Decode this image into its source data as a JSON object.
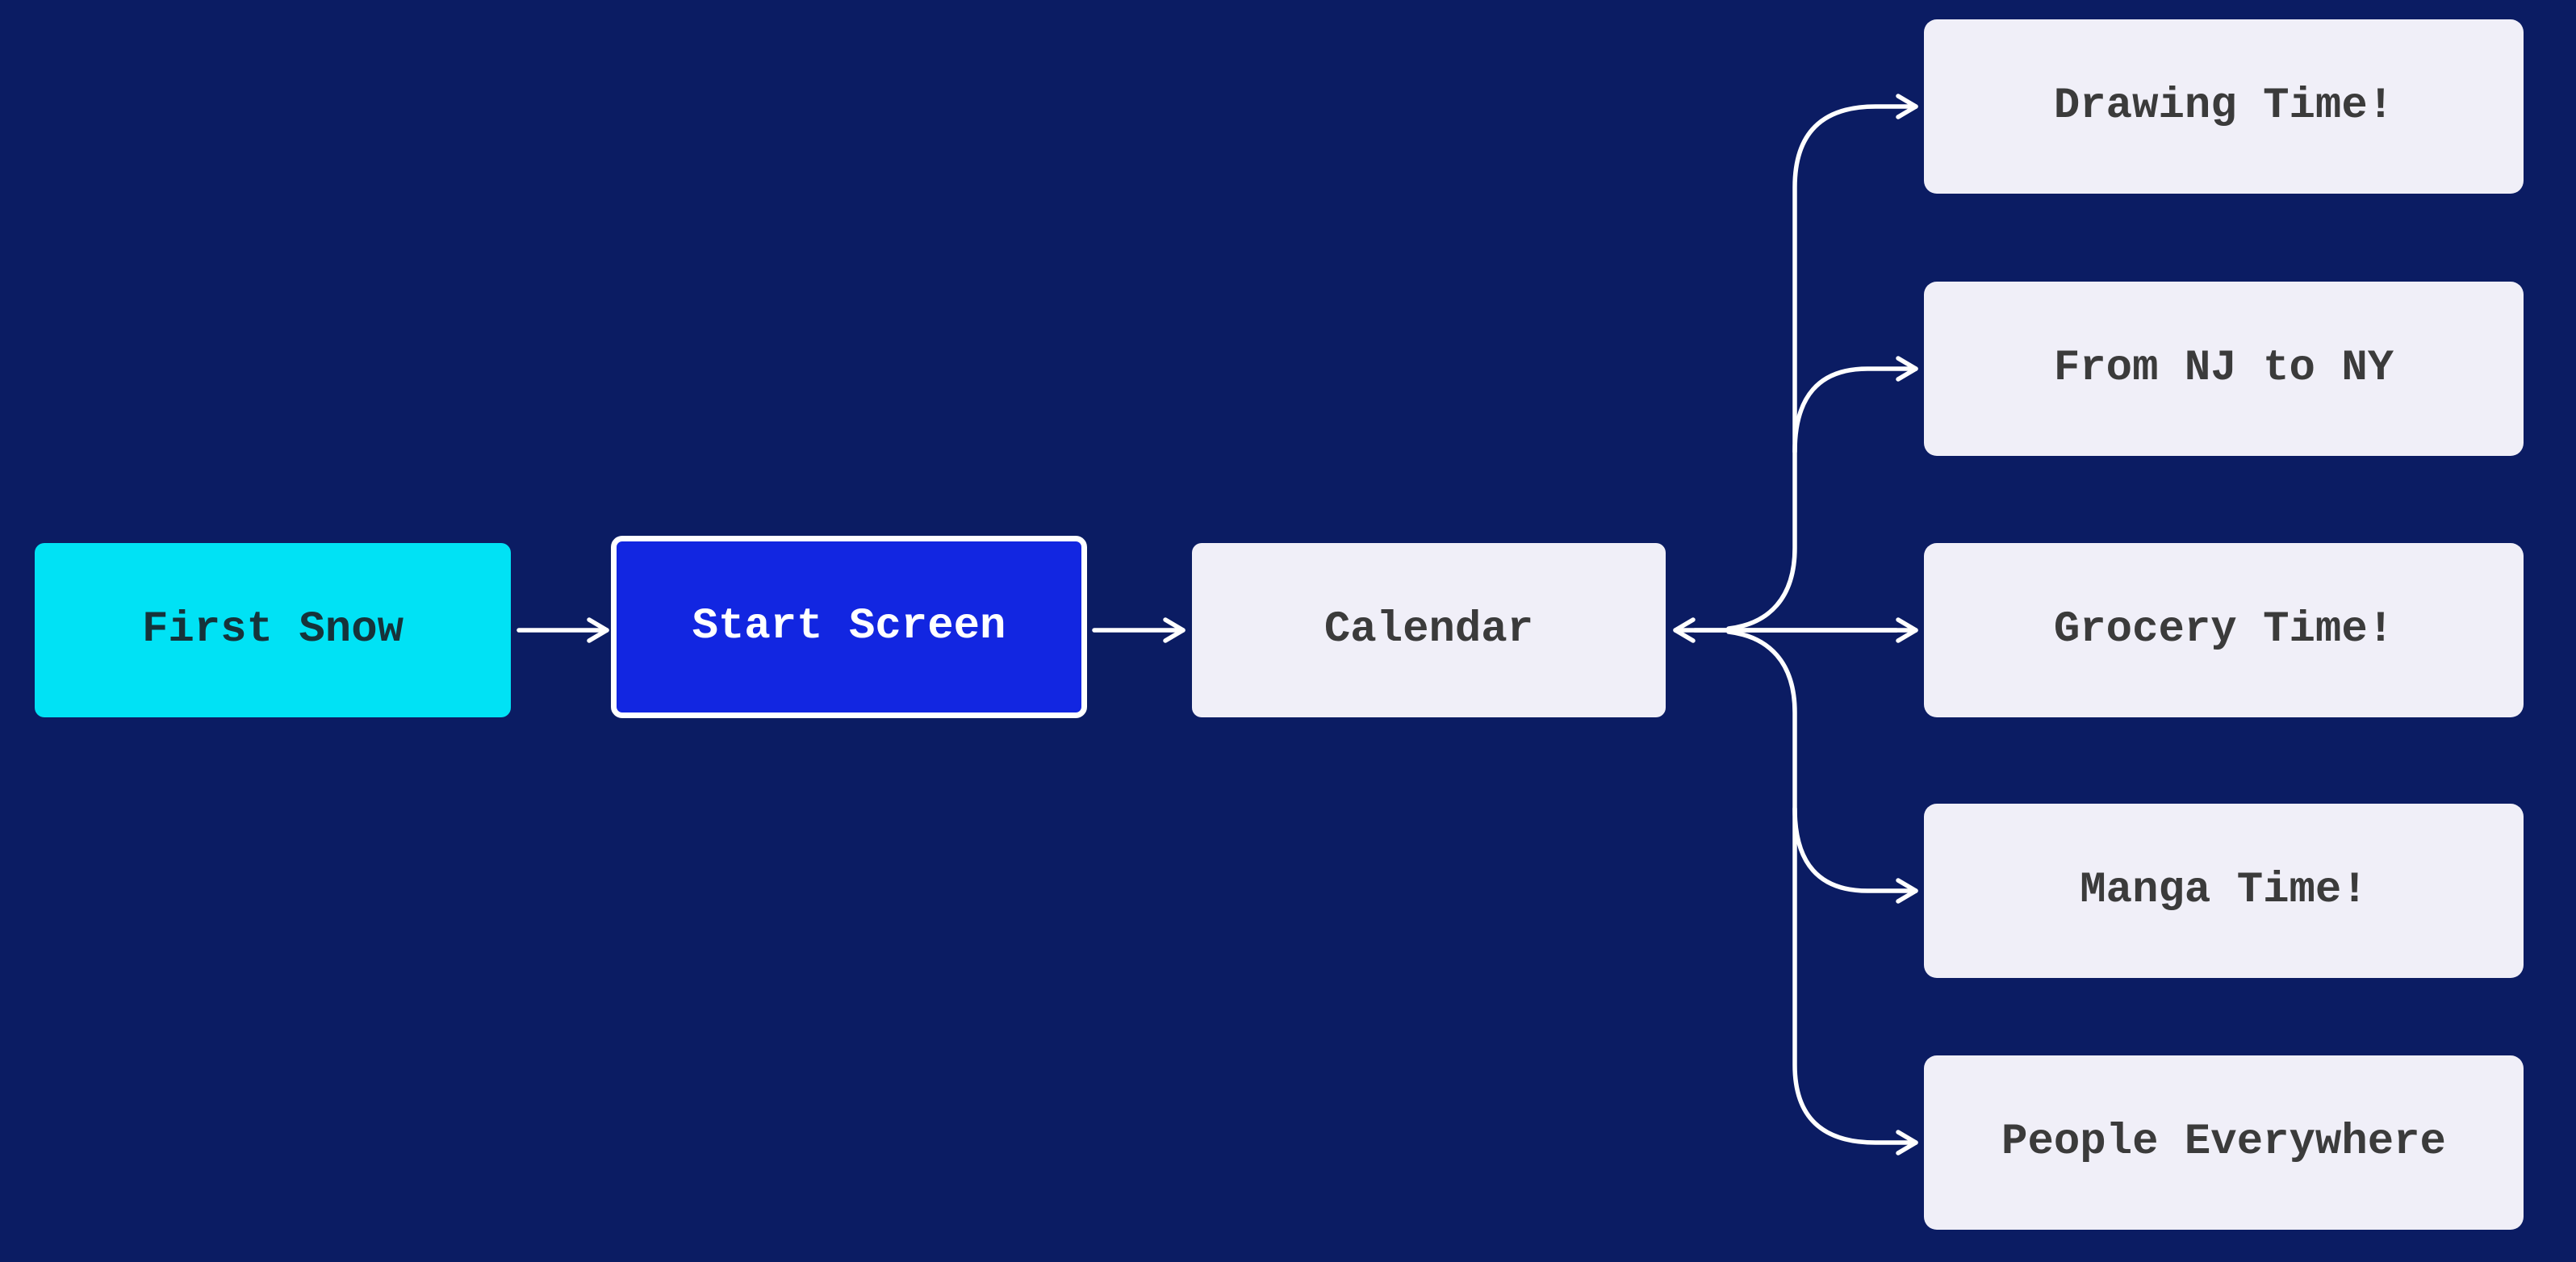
{
  "diagram": {
    "type": "flowchart",
    "direction": "left-to-right",
    "background_color": "#0b1c63",
    "edge_color": "#ffffff",
    "nodes": {
      "first_snow": {
        "label": "First Snow",
        "fill": "#00e2f5",
        "text_color": "#16333a",
        "border_color": null,
        "shape": "rounded-rectangle"
      },
      "start_screen": {
        "label": "Start Screen",
        "fill": "#1226e1",
        "text_color": "#ffffff",
        "border_color": "#ffffff",
        "shape": "rounded-rectangle"
      },
      "calendar": {
        "label": "Calendar",
        "fill": "#f0eff8",
        "text_color": "#3b3b3b",
        "border_color": null,
        "shape": "rounded-rectangle"
      },
      "drawing_time": {
        "label": "Drawing Time!",
        "fill": "#f0eff8",
        "text_color": "#3b3b3b",
        "border_color": null,
        "shape": "rounded-rectangle"
      },
      "from_nj_to_ny": {
        "label": "From NJ to NY",
        "fill": "#f0eff8",
        "text_color": "#3b3b3b",
        "border_color": null,
        "shape": "rounded-rectangle"
      },
      "grocery_time": {
        "label": "Grocery Time!",
        "fill": "#f0eff8",
        "text_color": "#3b3b3b",
        "border_color": null,
        "shape": "rounded-rectangle"
      },
      "manga_time": {
        "label": "Manga Time!",
        "fill": "#f0eff8",
        "text_color": "#3b3b3b",
        "border_color": null,
        "shape": "rounded-rectangle"
      },
      "people_everywhere": {
        "label": "People Everywhere",
        "fill": "#f0eff8",
        "text_color": "#3b3b3b",
        "border_color": null,
        "shape": "rounded-rectangle"
      }
    },
    "edges": [
      {
        "from": "first_snow",
        "to": "start_screen",
        "arrowhead": "end"
      },
      {
        "from": "start_screen",
        "to": "calendar",
        "arrowhead": "end"
      },
      {
        "from": "fork",
        "to": "calendar",
        "arrowhead": "end"
      },
      {
        "from": "fork",
        "to": "drawing_time",
        "arrowhead": "end"
      },
      {
        "from": "fork",
        "to": "from_nj_to_ny",
        "arrowhead": "end"
      },
      {
        "from": "fork",
        "to": "grocery_time",
        "arrowhead": "end"
      },
      {
        "from": "fork",
        "to": "manga_time",
        "arrowhead": "end"
      },
      {
        "from": "fork",
        "to": "people_everywhere",
        "arrowhead": "end"
      }
    ]
  }
}
